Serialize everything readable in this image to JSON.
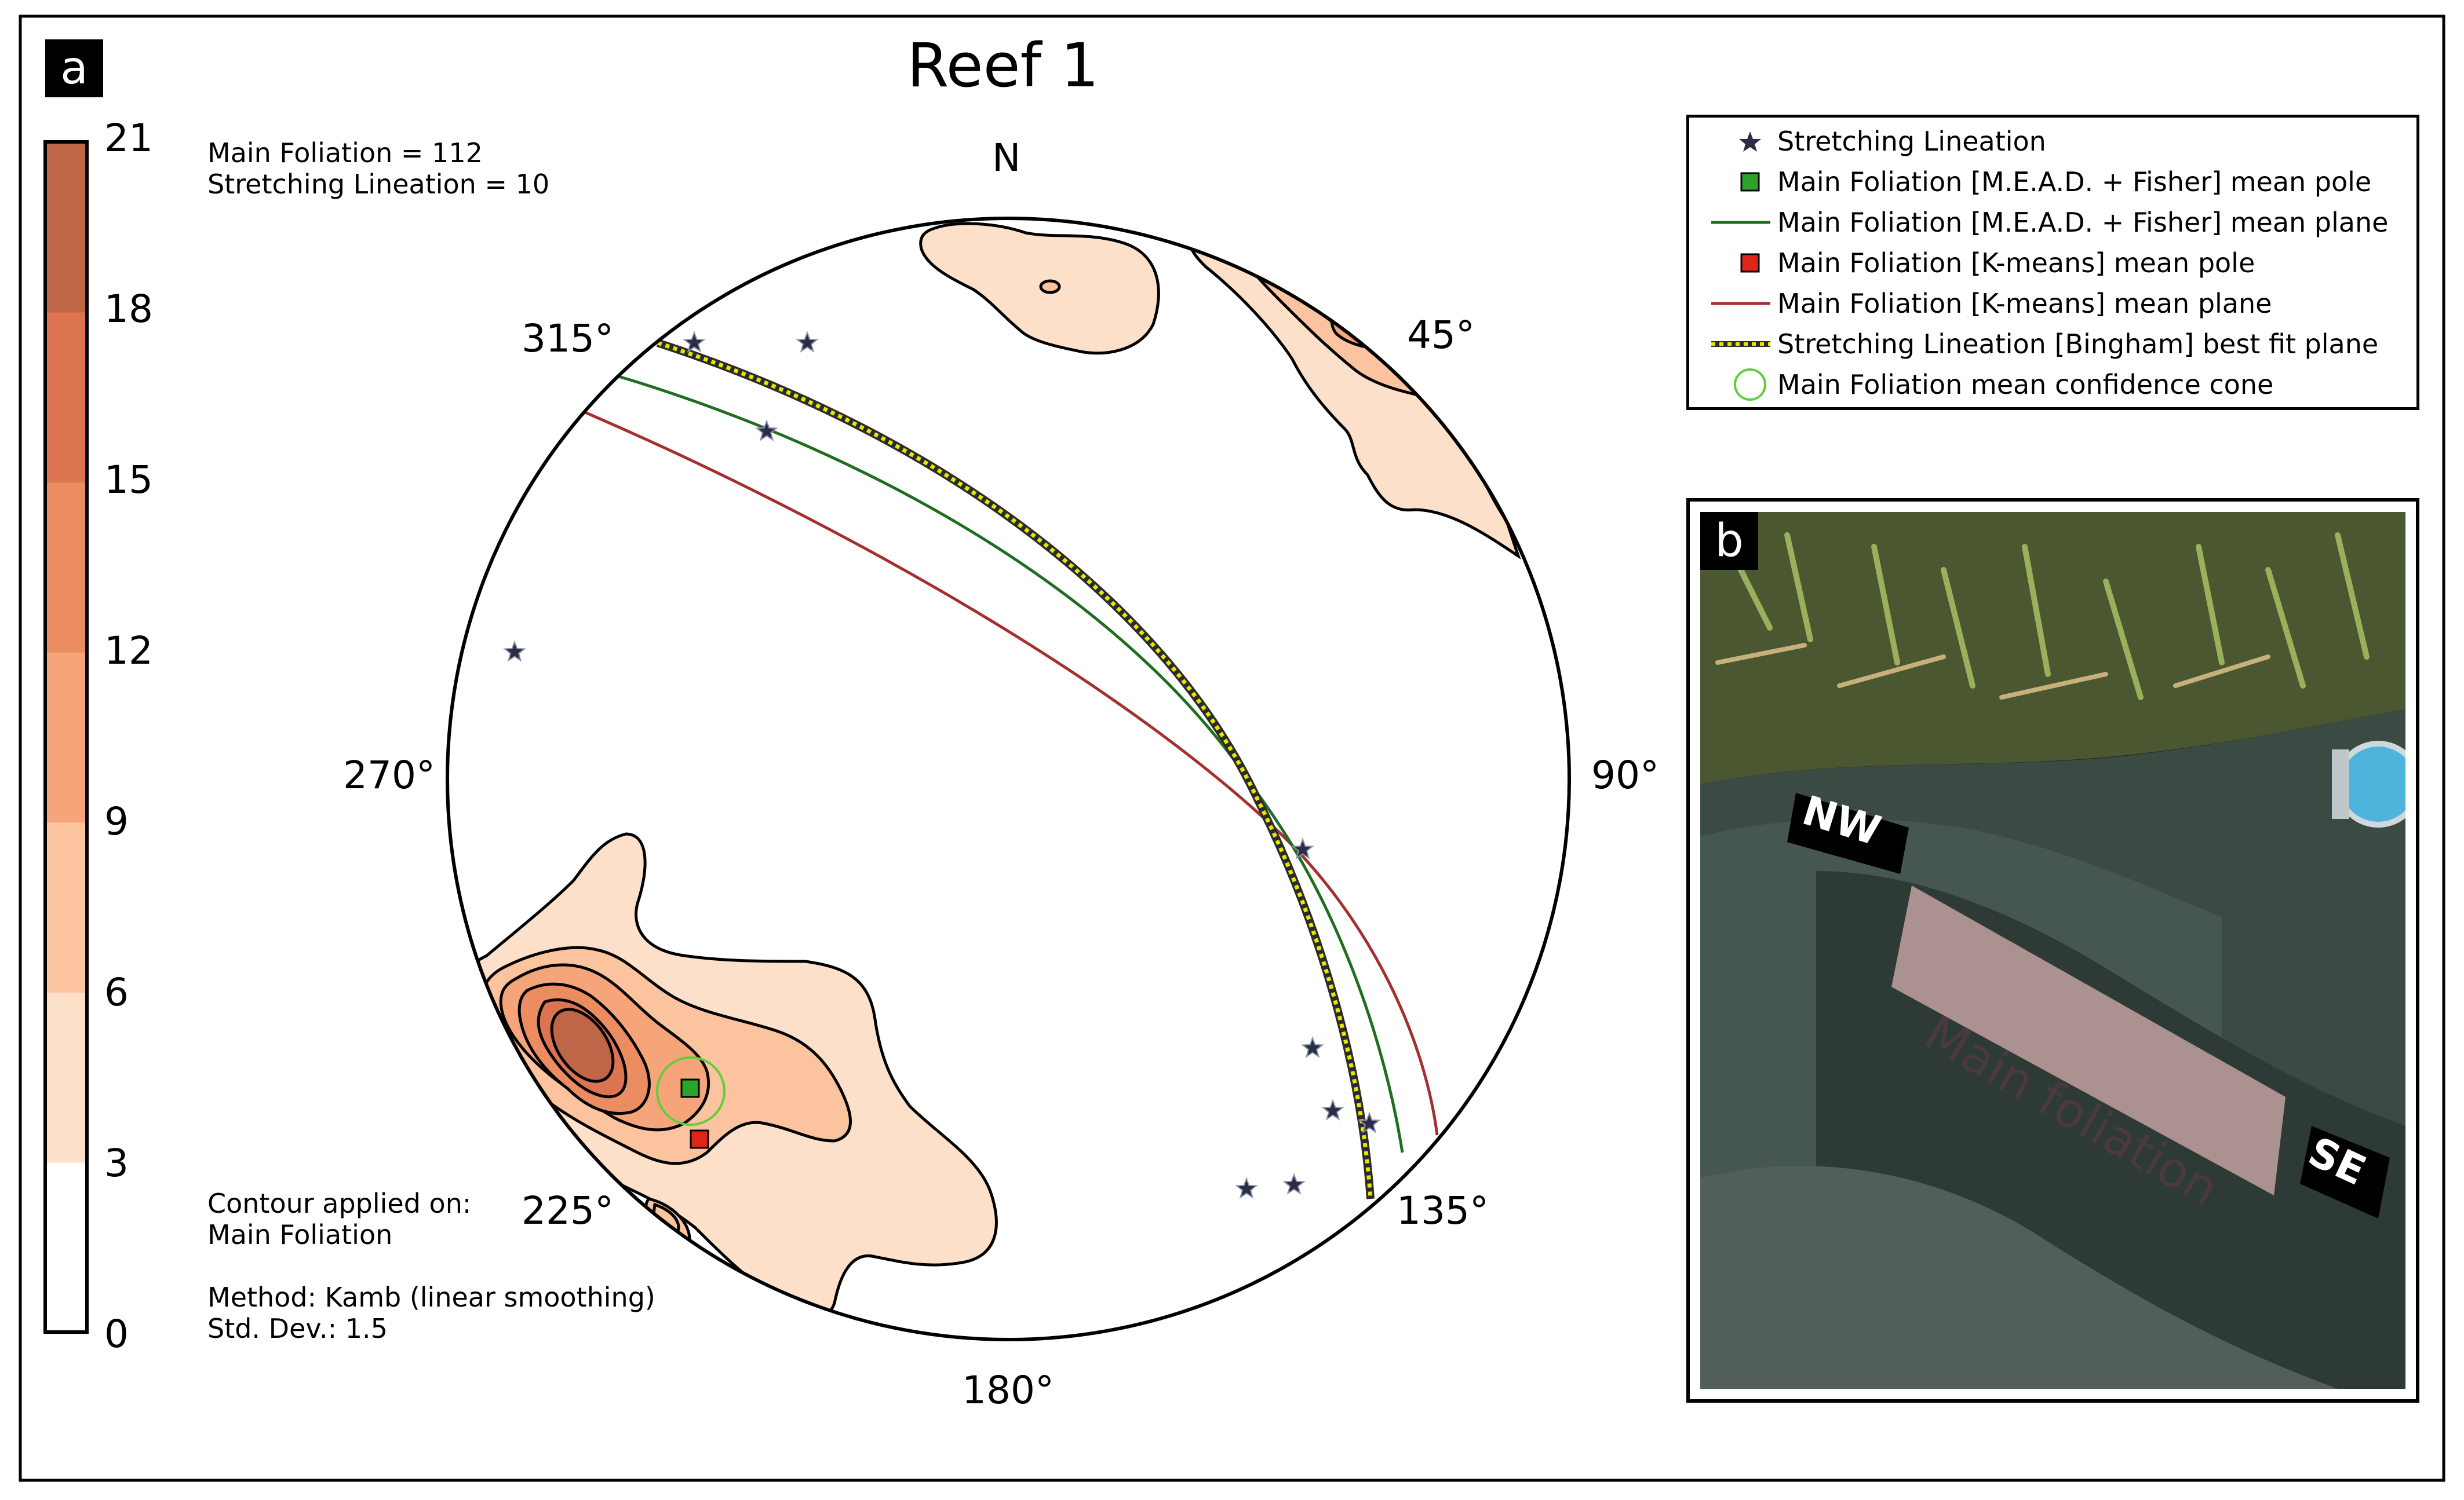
{
  "panel_a": {
    "letter": "a",
    "title": "Reef 1",
    "counts": {
      "line1": "Main Foliation = 112",
      "line2": "Stretching Lineation = 10"
    },
    "contour_note": {
      "line1": "Contour applied on:",
      "line2": "Main Foliation",
      "line3": "Method: Kamb (linear smoothing)",
      "line4": "Std. Dev.: 1.5"
    },
    "direction_labels": {
      "north": "N",
      "ne": "45°",
      "east": "90°",
      "se": "135°",
      "south": "180°",
      "sw": "225°",
      "west": "270°",
      "nw": "315°"
    },
    "colorbar": {
      "ticks": [
        "21",
        "18",
        "15",
        "12",
        "9",
        "6",
        "3",
        "0"
      ],
      "colors": [
        "#ffffff",
        "#fde0c9",
        "#fbc49f",
        "#f6a57a",
        "#eb8d60",
        "#dc7452",
        "#bf6647"
      ]
    }
  },
  "legend": {
    "items": [
      {
        "label": "Stretching Lineation",
        "symbol": "star-icon",
        "color": "#2a2d45"
      },
      {
        "label": "Main Foliation [M.E.A.D. + Fisher] mean pole",
        "symbol": "green-square-icon",
        "color": "#2aa52a"
      },
      {
        "label": "Main Foliation [M.E.A.D. + Fisher] mean plane",
        "symbol": "green-line-icon",
        "color": "#1f6e1f"
      },
      {
        "label": "Main Foliation [K-means] mean pole",
        "symbol": "red-square-icon",
        "color": "#e02418"
      },
      {
        "label": "Main Foliation [K-means] mean plane",
        "symbol": "red-line-icon",
        "color": "#a52f2f"
      },
      {
        "label": "Stretching Lineation [Bingham] best fit plane",
        "symbol": "dotted-line-icon",
        "color": "#c8c800"
      },
      {
        "label": "Main Foliation mean confidence cone",
        "symbol": "green-circle-icon",
        "color": "#5fce3c"
      }
    ]
  },
  "panel_b": {
    "letter": "b",
    "sign_nw": "NW",
    "sign_se": "SE",
    "sign_main": "Main foliation"
  }
}
